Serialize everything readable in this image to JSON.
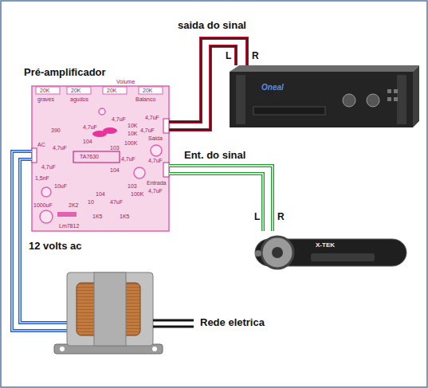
{
  "diagram": {
    "nodes": [
      {
        "text": [
          "Pré-amplificador"
        ]
      },
      {
        "text": [
          "Oneal"
        ]
      },
      {
        "text": [
          "X-TEK"
        ]
      }
    ],
    "edges": [
      {
        "from": 0,
        "to": 1,
        "arrow": "none",
        "label": "saida do sinal"
      },
      {
        "from": 0,
        "to": 2,
        "arrow": "none",
        "label": "Ent. do sinal"
      }
    ],
    "labels": [
      "L",
      "R",
      "L",
      "R",
      "12 volts ac",
      "Rede eletrica",
      "20K",
      "20K",
      "20K",
      "20K",
      "graves",
      "agudos",
      "Volume",
      "Balanco",
      "4,7uF",
      "4,7uF",
      "4,7uF",
      "10K",
      "10K",
      "390",
      "104",
      "100K",
      "4,7uF",
      "Saida",
      "103",
      "AC",
      "4,7uF",
      "TA7630",
      "4,7uF",
      "4,7uF",
      "104",
      "4,7uF",
      "Entrada",
      "1,5nF",
      "10uF",
      "103",
      "100K",
      "4,7uF",
      "104",
      "10",
      "47uF",
      "1000uF",
      "2K2",
      "1K5",
      "1K5",
      "Lm7812"
    ]
  }
}
